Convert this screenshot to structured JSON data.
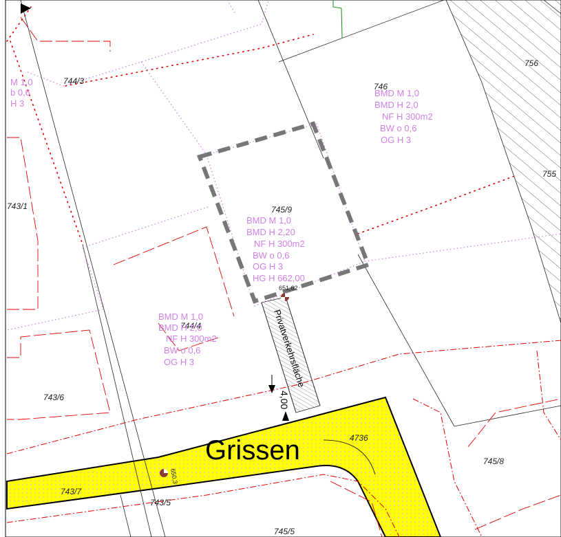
{
  "map": {
    "street_name": "Grissen",
    "access_label": "Privatverkehrsfläche",
    "width_label": "4,00",
    "heights": {
      "h1": "651,62",
      "h2": "650,3"
    },
    "parcels": {
      "p744_3": "744/3",
      "p746": "746",
      "p756": "756",
      "p755": "755",
      "p743_1": "743/1",
      "p745_9": "745/9",
      "p744_4": "744/4",
      "p743_6": "743/6",
      "p4736": "4736",
      "p745_8": "745/8",
      "p743_7": "743/7",
      "p743_5": "743/5",
      "p745_5": "745/5"
    },
    "zone_left": [
      "M   1,0",
      "b   0,6",
      "H   3"
    ],
    "zone_746": [
      "BMD   M   1,0",
      "BMD   H   2,0",
      "NF   H   300m2",
      "BW   o   0,6",
      "OG   H   3"
    ],
    "zone_745_9": [
      "BMD   M   1,0",
      "BMD   H   2,20",
      "NF   H   300m2",
      "BW   o   0,6",
      "OG   H   3",
      "HG   H   662,00"
    ],
    "zone_744_4": [
      "BMD   M   1,0",
      "BMD   H   2,0",
      "NF   H   300m2",
      "BW   o   0,6",
      "OG   H   3"
    ],
    "colors": {
      "zone_text": "#d080e8",
      "red_line": "#e00000",
      "road_fill": "#ffff00",
      "grey_dash": "#777777"
    }
  }
}
